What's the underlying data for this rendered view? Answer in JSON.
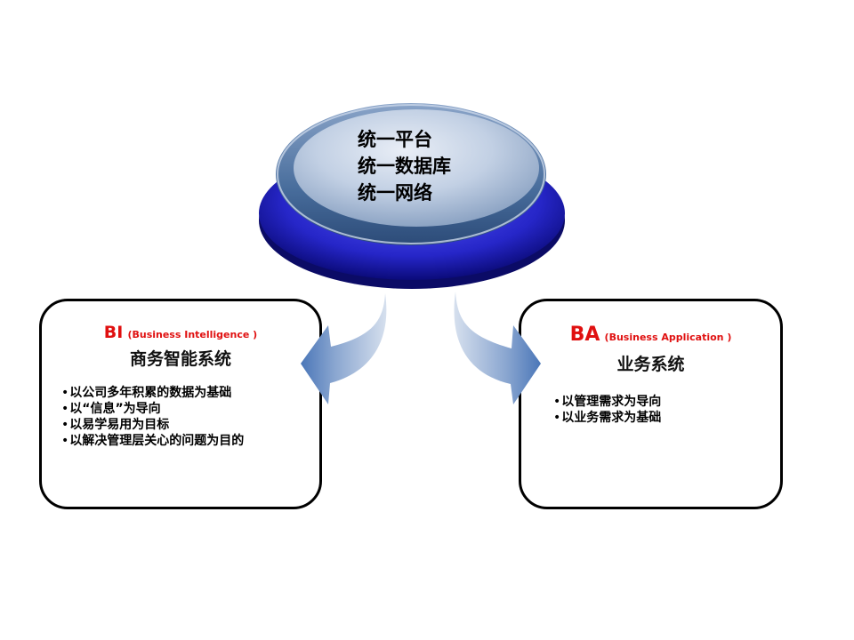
{
  "hub": {
    "lines": [
      "统一平台",
      "统一数据库",
      "统一网络"
    ],
    "colors": {
      "outer_ring": "#2a2acf",
      "inner_face": "#c8d4e6",
      "rim": "#5a7aa3"
    }
  },
  "left_box": {
    "abbr": "BI",
    "full_name": "(Business  Intelligence )",
    "subtitle": "商务智能系统",
    "bullets": [
      "以公司多年积累的数据为基础",
      "以“信息”为导向",
      "以易学易用为目标",
      "以解决管理层关心的问题为目的"
    ]
  },
  "right_box": {
    "abbr": "BA",
    "full_name": "(Business  Application )",
    "subtitle": "业务系统",
    "bullets": [
      "以管理需求为导向",
      "以业务需求为基础"
    ]
  },
  "arrows": {
    "left": "curved-arrow-to-BI",
    "right": "curved-arrow-to-BA",
    "color": "#4f7bbd"
  }
}
